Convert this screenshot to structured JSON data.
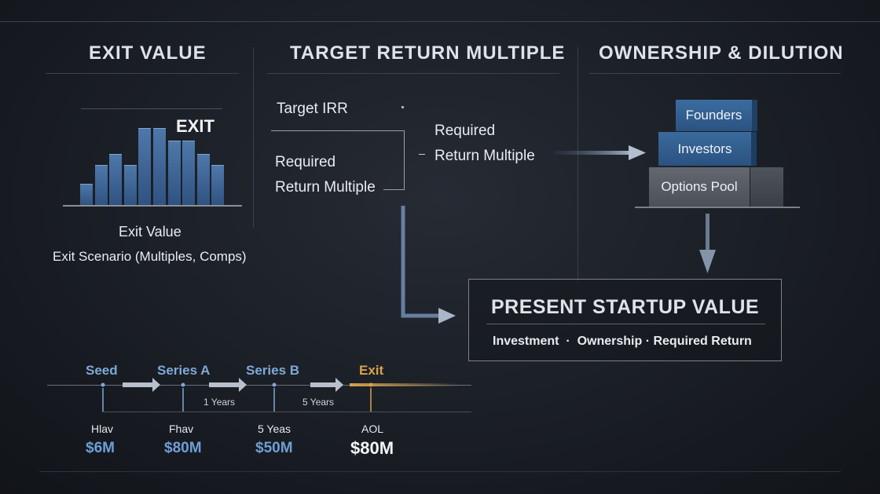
{
  "sections": {
    "exit_value": "EXIT VALUE",
    "target_return": "TARGET RETURN MULTIPLE",
    "ownership": "OWNERSHIP & DILUTION"
  },
  "exit_chart": {
    "tag": "EXIT",
    "label": "Exit Value",
    "sublabel": "Exit Scenario (Multiples, Comps)",
    "bar_levels": [
      0.28,
      0.52,
      0.66,
      0.52,
      1.0,
      1.0,
      0.84,
      0.84,
      0.66,
      0.52
    ],
    "bar_color": "#3e6a9e"
  },
  "target": {
    "irr": "Target IRR",
    "left_line1": "Required",
    "left_line2": "Return Multiple",
    "right_line1": "Required",
    "right_line2": "Return Multiple"
  },
  "ownership": {
    "founders": "Founders",
    "investors": "Investors",
    "options_pool": "Options Pool"
  },
  "present": {
    "title": "PRESENT STARTUP VALUE",
    "subtitle": "Investment  ·  Ownership · Required Return"
  },
  "timeline": {
    "stages": [
      "Seed",
      "Series A",
      "Series B",
      "Exit"
    ],
    "durations": [
      "1 Years",
      "5 Years"
    ],
    "subs": [
      "Hlav",
      "Fhav",
      "5 Yeas",
      "AOL"
    ],
    "values": [
      "$6M",
      "$80M",
      "$50M",
      "$80M"
    ]
  },
  "colors": {
    "accent_blue": "#7ea9d8",
    "exit_orange": "#d9a24a",
    "box_blue": "#2f5a8a",
    "box_gray": "#555a62"
  }
}
